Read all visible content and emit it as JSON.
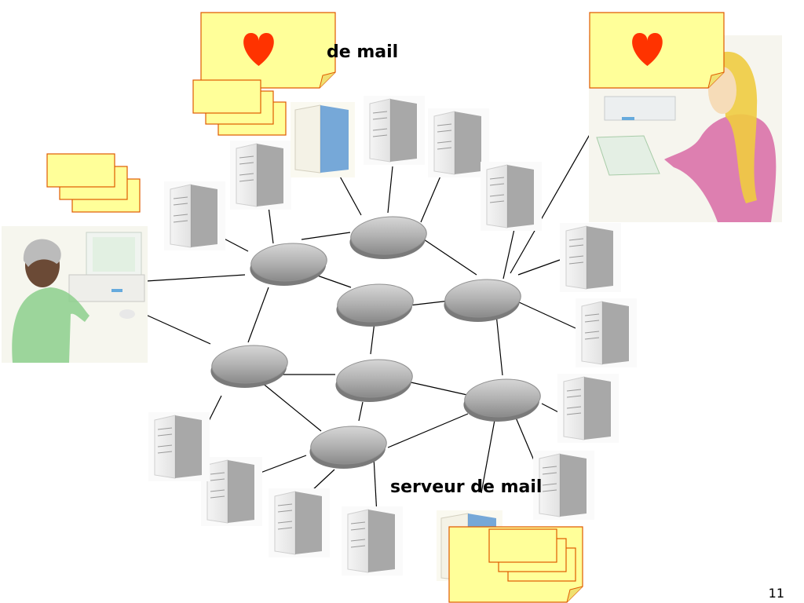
{
  "labels": {
    "top_server": "de mail",
    "bottom_server": "serveur de mail",
    "page_number": "11"
  },
  "colors": {
    "note_fill": "#ffff99",
    "note_stroke": "#e05a00",
    "heart": "#ff3300",
    "router_fill": "#a9a9a9",
    "line": "#000000"
  },
  "icons": {
    "heart": "heart-icon",
    "sender": "person-at-computer-sender",
    "recipient": "person-at-computer-recipient",
    "computer": "tower-computer-icon",
    "router": "router-icon"
  }
}
